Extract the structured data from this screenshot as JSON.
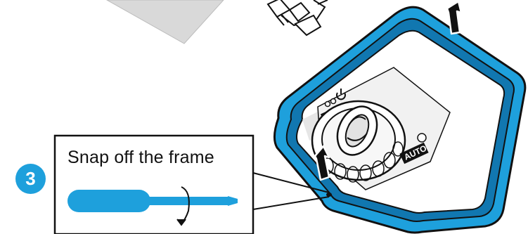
{
  "step": {
    "number": "3",
    "instruction": "Snap off the frame"
  },
  "device": {
    "dial_label": "AUTO",
    "frame_color": "#1ea0dc"
  },
  "icons": [
    "screwdriver-icon",
    "rotate-arrow-icon",
    "push-arrow-icon",
    "power-icon",
    "hose-connectors-icon"
  ],
  "colors": {
    "accent": "#1ea0dc",
    "frame_dark": "#1177b0",
    "outline": "#111111",
    "card": "#d9d9d9"
  }
}
